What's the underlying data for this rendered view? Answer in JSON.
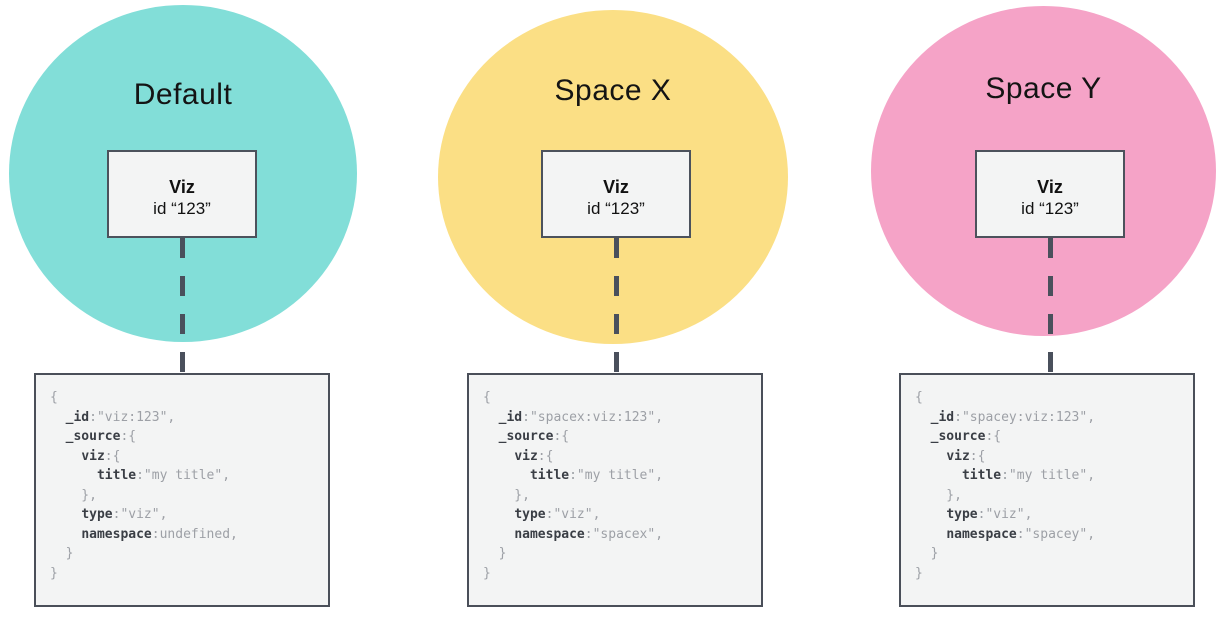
{
  "colors": {
    "connector": "#4A505C",
    "box_border": "#4A4F59",
    "node_border": "#4C525C",
    "box_fill": "#F3F4F4",
    "code_key": "#3A3E45",
    "code_plain": "#9DA0A6"
  },
  "panels": [
    {
      "id": "default",
      "label": "Default",
      "circle_color": "#82DED8",
      "node": {
        "title": "Viz",
        "subtitle": "id “123”"
      },
      "code_lines": [
        [
          [
            "p",
            "{"
          ]
        ],
        [
          [
            "p",
            "  "
          ],
          [
            "k",
            "_id"
          ],
          [
            "p",
            ":\"viz:123\","
          ]
        ],
        [
          [
            "p",
            "  "
          ],
          [
            "k",
            "_source"
          ],
          [
            "p",
            ":{"
          ]
        ],
        [
          [
            "p",
            "    "
          ],
          [
            "k",
            "viz"
          ],
          [
            "p",
            ":{"
          ]
        ],
        [
          [
            "p",
            "      "
          ],
          [
            "k",
            "title"
          ],
          [
            "p",
            ":\"my title\","
          ]
        ],
        [
          [
            "p",
            "    },"
          ]
        ],
        [
          [
            "p",
            "    "
          ],
          [
            "k",
            "type"
          ],
          [
            "p",
            ":\"viz\","
          ]
        ],
        [
          [
            "p",
            "    "
          ],
          [
            "k",
            "namespace"
          ],
          [
            "p",
            ":undefined,"
          ]
        ],
        [
          [
            "p",
            "  }"
          ]
        ],
        [
          [
            "p",
            "}"
          ]
        ]
      ]
    },
    {
      "id": "space-x",
      "label": "Space X",
      "circle_color": "#FBDF85",
      "node": {
        "title": "Viz",
        "subtitle": "id “123”"
      },
      "code_lines": [
        [
          [
            "p",
            "{"
          ]
        ],
        [
          [
            "p",
            "  "
          ],
          [
            "k",
            "_id"
          ],
          [
            "p",
            ":\"spacex:viz:123\","
          ]
        ],
        [
          [
            "p",
            "  "
          ],
          [
            "k",
            "_source"
          ],
          [
            "p",
            ":{"
          ]
        ],
        [
          [
            "p",
            "    "
          ],
          [
            "k",
            "viz"
          ],
          [
            "p",
            ":{"
          ]
        ],
        [
          [
            "p",
            "      "
          ],
          [
            "k",
            "title"
          ],
          [
            "p",
            ":\"my title\","
          ]
        ],
        [
          [
            "p",
            "    },"
          ]
        ],
        [
          [
            "p",
            "    "
          ],
          [
            "k",
            "type"
          ],
          [
            "p",
            ":\"viz\","
          ]
        ],
        [
          [
            "p",
            "    "
          ],
          [
            "k",
            "namespace"
          ],
          [
            "p",
            ":\"spacex\","
          ]
        ],
        [
          [
            "p",
            "  }"
          ]
        ],
        [
          [
            "p",
            "}"
          ]
        ]
      ]
    },
    {
      "id": "space-y",
      "label": "Space Y",
      "circle_color": "#F5A3C7",
      "node": {
        "title": "Viz",
        "subtitle": "id “123”"
      },
      "code_lines": [
        [
          [
            "p",
            "{"
          ]
        ],
        [
          [
            "p",
            "  "
          ],
          [
            "k",
            "_id"
          ],
          [
            "p",
            ":\"spacey:viz:123\","
          ]
        ],
        [
          [
            "p",
            "  "
          ],
          [
            "k",
            "_source"
          ],
          [
            "p",
            ":{"
          ]
        ],
        [
          [
            "p",
            "    "
          ],
          [
            "k",
            "viz"
          ],
          [
            "p",
            ":{"
          ]
        ],
        [
          [
            "p",
            "      "
          ],
          [
            "k",
            "title"
          ],
          [
            "p",
            ":\"my title\","
          ]
        ],
        [
          [
            "p",
            "    },"
          ]
        ],
        [
          [
            "p",
            "    "
          ],
          [
            "k",
            "type"
          ],
          [
            "p",
            ":\"viz\","
          ]
        ],
        [
          [
            "p",
            "    "
          ],
          [
            "k",
            "namespace"
          ],
          [
            "p",
            ":\"spacey\","
          ]
        ],
        [
          [
            "p",
            "  }"
          ]
        ],
        [
          [
            "p",
            "}"
          ]
        ]
      ]
    }
  ]
}
